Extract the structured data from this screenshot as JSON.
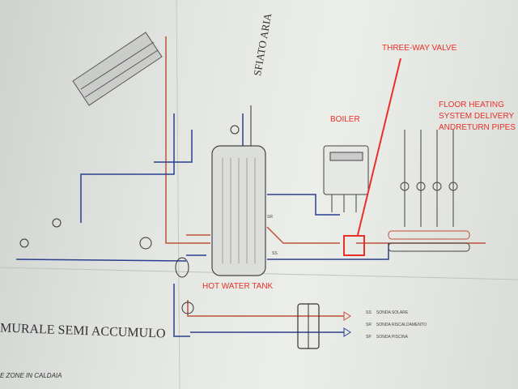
{
  "annotations": {
    "three_way_valve": "THREE-WAY VALVE",
    "boiler": "BOILER",
    "floor_heating": [
      "FLOOR HEATING",
      "SYSTEM DELIVERY",
      "ANDRETURN  PIPES"
    ],
    "hot_water_tank": "HOT WATER TANK"
  },
  "diagram": {
    "sfiato_aria": "SFIATO ARIA",
    "title": "MURALE SEMI ACCUMULO",
    "subtitle": "E ZONE IN CALDAIA",
    "legend": [
      {
        "code": "SS",
        "label": "SONDA SOLARE"
      },
      {
        "code": "SR",
        "label": "SONDA RISCALDAMENTO"
      },
      {
        "code": "SP",
        "label": "SONDA PISCINA"
      }
    ],
    "tank_labels": [
      "SR",
      "SS"
    ]
  },
  "colors": {
    "annotation": "#e8302a",
    "hot_pipe": "#c0503a",
    "cold_pipe": "#2a3f8f",
    "ink": "#333333"
  }
}
